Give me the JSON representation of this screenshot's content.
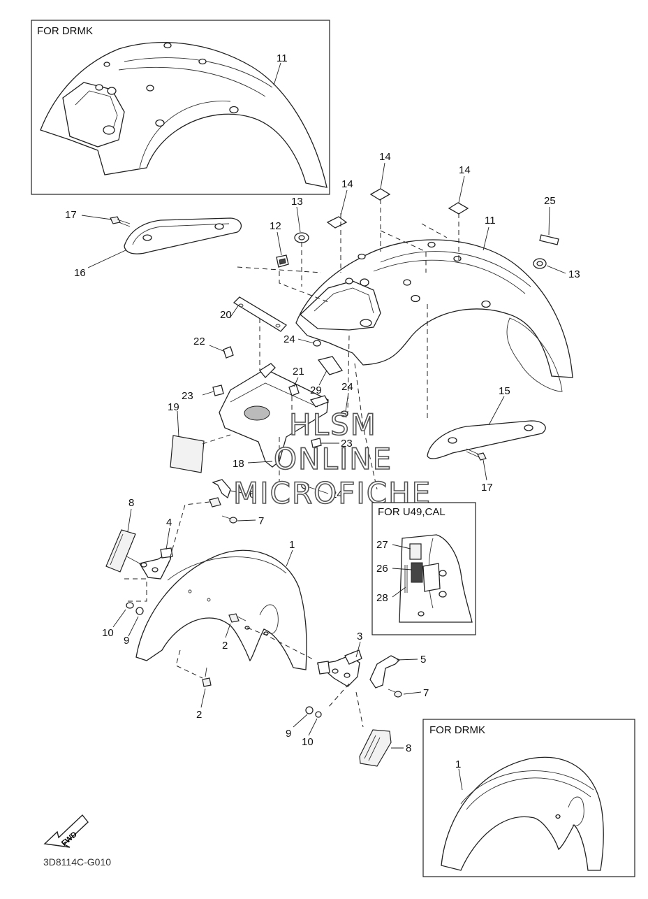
{
  "boxes": {
    "top_left_title": "FOR DRMK",
    "inset_title": "FOR U49,CAL",
    "bottom_right_title": "FOR DRMK"
  },
  "watermark": [
    "HLSM",
    "ONLINE",
    "MICROFICHE"
  ],
  "fwd_label": "FWD",
  "diagram_code": "3D8114C-G010",
  "callouts": {
    "c11_box": "11",
    "c17_l": "17",
    "c16": "16",
    "c13_t": "13",
    "c12": "12",
    "c14_a": "14",
    "c14_b": "14",
    "c14_c": "14",
    "c11_main": "11",
    "c25": "25",
    "c13_r": "13",
    "c20": "20",
    "c22": "22",
    "c24_a": "24",
    "c21": "21",
    "c29": "29",
    "c24_b": "24",
    "c23_a": "23",
    "c19": "19",
    "c15": "15",
    "c23_b": "23",
    "c18": "18",
    "c17_r": "17",
    "c6": "6",
    "c24_c": "24",
    "c8_l": "8",
    "c4": "4",
    "c7_l": "7",
    "c27": "27",
    "c26": "26",
    "c28": "28",
    "c1_main": "1",
    "c10_l": "10",
    "c9_l": "9",
    "c2_a": "2",
    "c3": "3",
    "c5": "5",
    "c7_r": "7",
    "c2_b": "2",
    "c9_r": "9",
    "c10_r": "10",
    "c8_r": "8",
    "c1_box": "1"
  }
}
